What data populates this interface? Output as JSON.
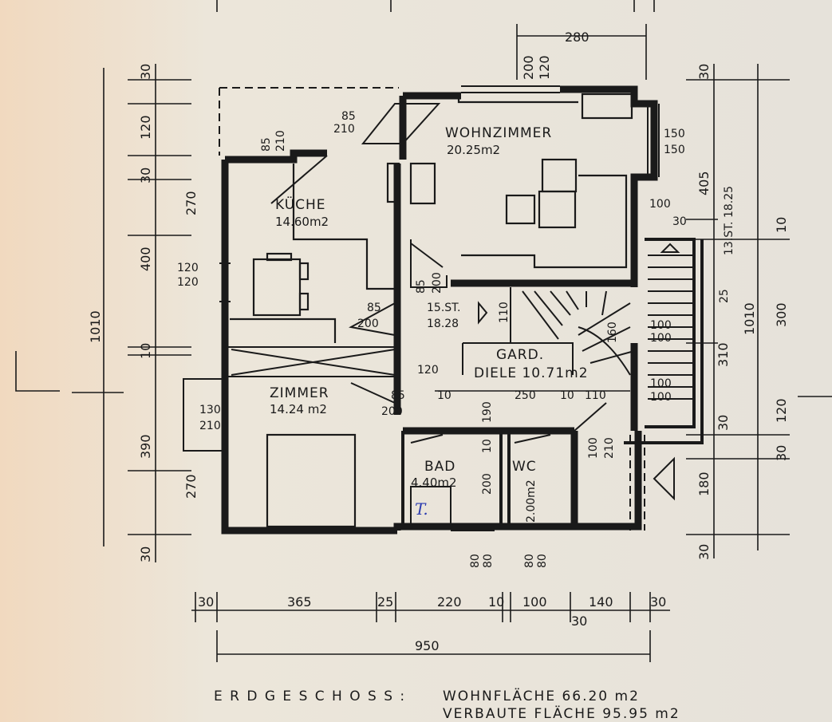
{
  "rooms": {
    "wohnzimmer": {
      "name": "WOHNZIMMER",
      "area": "20.25m2"
    },
    "kueche": {
      "name": "KÜCHE",
      "area": "14.60m2"
    },
    "zimmer": {
      "name": "ZIMMER",
      "area": "14.24 m2"
    },
    "diele": {
      "name": "DIELE 10.71m2",
      "gard": "GARD."
    },
    "bad": {
      "name": "BAD",
      "area": "4.40m2"
    },
    "wc": {
      "name": "WC",
      "area": "2.00m2"
    }
  },
  "stairs": {
    "main": {
      "steps": "15.ST.",
      "rise": "18.28"
    },
    "outer": {
      "label": "13.ST. 18.25"
    }
  },
  "bad_mark": "T.",
  "dimensions": {
    "top": {
      "total": "280",
      "d200": "200",
      "d120": "120"
    },
    "bottom": [
      "30",
      "365",
      "25",
      "220",
      "10",
      "100",
      "140",
      "30"
    ],
    "bottom_sub": "30",
    "bottom_total": "950",
    "left_outer": "1010",
    "left": [
      "30",
      "120",
      "30",
      "270",
      "400",
      "10",
      "390",
      "270",
      "30"
    ],
    "right": [
      "30",
      "405",
      "10",
      "300",
      "120",
      "30",
      "180",
      "30"
    ],
    "right_total": "1010",
    "right_inner": [
      "25",
      "310",
      "30"
    ],
    "doors": {
      "kd_top_a": "85",
      "kd_top_b": "210",
      "k_top_a": "85",
      "k_top_b": "210",
      "kw_a": "120",
      "kw_b": "120",
      "hall_85_200_a": "85",
      "hall_85_200_b": "200",
      "wz_85_200_a": "85",
      "wz_85_200_b": "200",
      "z_85_200_a": "85",
      "z_85_200_b": "200",
      "z_win_a": "130",
      "z_win_b": "210",
      "wz_win_a": "150",
      "wz_win_b": "150",
      "wz_100": "100",
      "wz_30": "30",
      "st_110": "110",
      "st_160": "160",
      "st_100a": "100",
      "st_100b": "100",
      "st_100c": "100",
      "st_100d": "100",
      "d_120": "120",
      "d_10a": "10",
      "d_250": "250",
      "d_10b": "10",
      "d_110": "110",
      "d_190": "190",
      "d_10c": "10",
      "d_200": "200",
      "bad_80a": "80",
      "bad_80b": "80",
      "wc_80a": "80",
      "wc_80b": "80",
      "e_100": "100",
      "e_210": "210"
    }
  },
  "footer": {
    "label": "E R D G E S C H O S S :",
    "wohnflaeche": "WOHNFLÄCHE 66.20 m2",
    "verbaut": "VERBAUTE FLÄCHE 95.95 m2"
  }
}
